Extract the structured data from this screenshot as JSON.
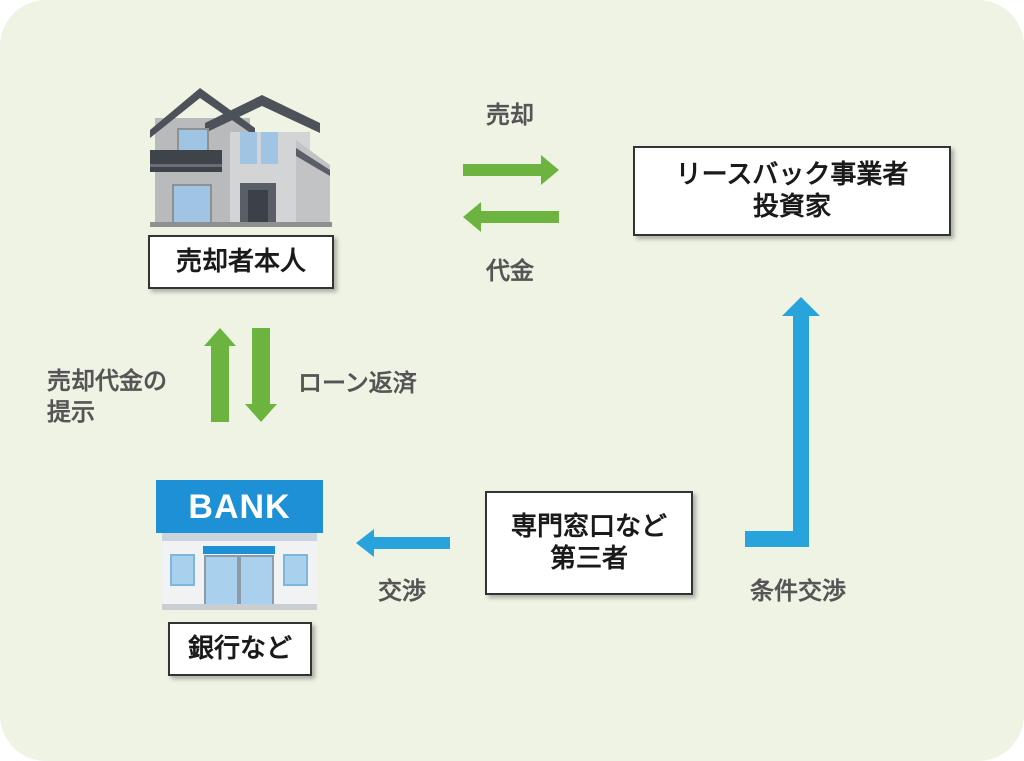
{
  "boxes": {
    "seller": "売却者本人",
    "leaseback_line1": "リースバック事業者",
    "leaseback_line2": "投資家",
    "bank": "銀行など",
    "third_line1": "専門窓口など",
    "third_line2": "第三者"
  },
  "labels": {
    "sale": "売却",
    "payment": "代金",
    "present_line1": "売却代金の",
    "present_line2": "提示",
    "loan_repay": "ローン返済",
    "negotiate": "交渉",
    "condition_negotiate": "条件交渉"
  },
  "bank_sign": "BANK",
  "colors": {
    "background": "#eef3e4",
    "green_arrow": "#6db33f",
    "blue_arrow": "#29a3dc",
    "bank_sign": "#1e90d6"
  }
}
